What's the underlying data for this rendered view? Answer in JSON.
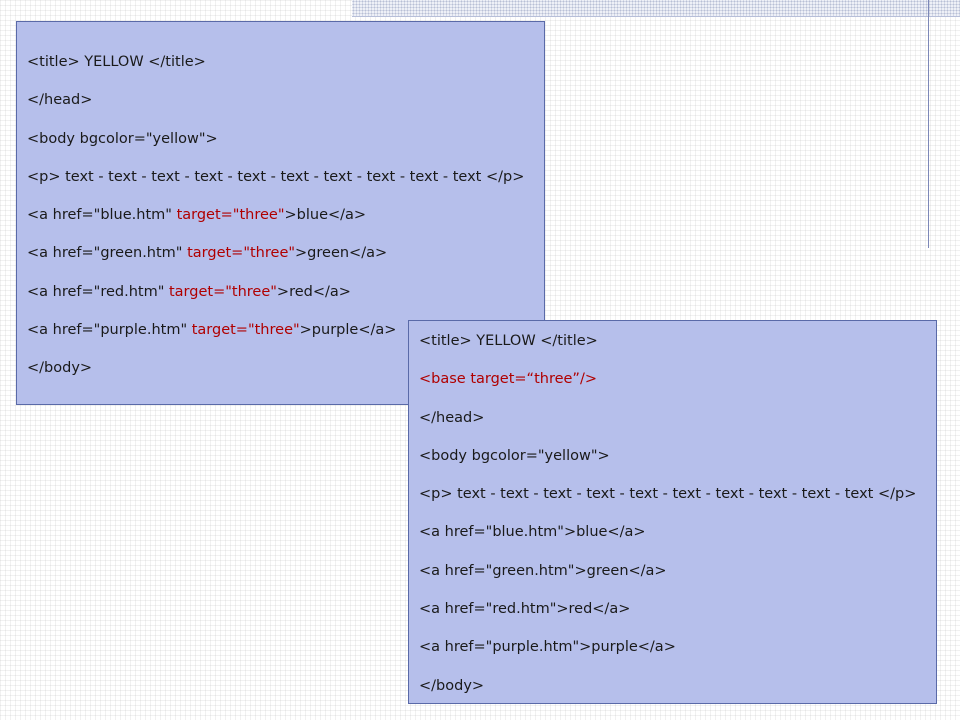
{
  "box1": {
    "lines": [
      [
        {
          "text": "<title> YELLOW </title>",
          "c": "t"
        }
      ],
      [
        {
          "text": "</head>",
          "c": "t"
        }
      ],
      [
        {
          "text": "<body bgcolor=\"yellow\">",
          "c": "t"
        }
      ],
      [
        {
          "text": "<p> text - text - text - text - text - text - text - text - text - text </p>",
          "c": "t"
        }
      ],
      [
        {
          "text": "<a href=\"blue.htm\" ",
          "c": "t"
        },
        {
          "text": "target=\"three\"",
          "c": "a"
        },
        {
          "text": ">blue</a>",
          "c": "t"
        }
      ],
      [
        {
          "text": "<a href=\"green.htm\" ",
          "c": "t"
        },
        {
          "text": "target=\"three\"",
          "c": "a"
        },
        {
          "text": ">green</a>",
          "c": "t"
        }
      ],
      [
        {
          "text": "<a href=\"red.htm\" ",
          "c": "t"
        },
        {
          "text": "target=\"three\"",
          "c": "a"
        },
        {
          "text": ">red</a>",
          "c": "t"
        }
      ],
      [
        {
          "text": "<a href=\"purple.htm\" ",
          "c": "t"
        },
        {
          "text": "target=\"three\"",
          "c": "a"
        },
        {
          "text": ">purple</a>",
          "c": "t"
        }
      ],
      [
        {
          "text": "</body>",
          "c": "t"
        }
      ]
    ]
  },
  "box2": {
    "lines": [
      [
        {
          "text": "<title> YELLOW </title>",
          "c": "t"
        }
      ],
      [
        {
          "text": "<base target=“three”/>",
          "c": "a"
        }
      ],
      [
        {
          "text": "</head>",
          "c": "t"
        }
      ],
      [
        {
          "text": "<body bgcolor=\"yellow\">",
          "c": "t"
        }
      ],
      [
        {
          "text": "<p> text - text - text - text - text - text - text - text - text - text </p>",
          "c": "t"
        }
      ],
      [
        {
          "text": "<a href=\"blue.htm\">blue</a>",
          "c": "t"
        }
      ],
      [
        {
          "text": "<a href=\"green.htm\">green</a>",
          "c": "t"
        }
      ],
      [
        {
          "text": "<a href=\"red.htm\">red</a>",
          "c": "t"
        }
      ],
      [
        {
          "text": "<a href=\"purple.htm\">purple</a>",
          "c": "t"
        }
      ],
      [
        {
          "text": "</body>",
          "c": "t"
        }
      ]
    ]
  },
  "colors": {
    "box_fill": "#b6bfeb",
    "box_border": "#5a6aa8",
    "code_text": "#1a1a1a",
    "attribute_text": "#b00000"
  }
}
